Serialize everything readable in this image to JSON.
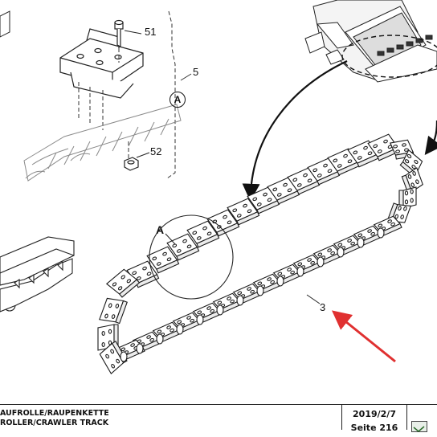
{
  "callouts": {
    "c51": "51",
    "c5": "5",
    "c52": "52",
    "c3": "3",
    "detail_a": "A",
    "view_a": "A"
  },
  "footer": {
    "title_de": "AUFROLLE/RAUPENKETTE",
    "title_en": "ROLLER/CRAWLER TRACK",
    "date": "2019/2/7",
    "page": "Seite 216"
  },
  "colors": {
    "line": "#1a1a1a",
    "hatch": "#7a7a7a",
    "arrow_red": "#e03030"
  },
  "icons": {
    "logo": "manufacturer-logo-icon"
  }
}
